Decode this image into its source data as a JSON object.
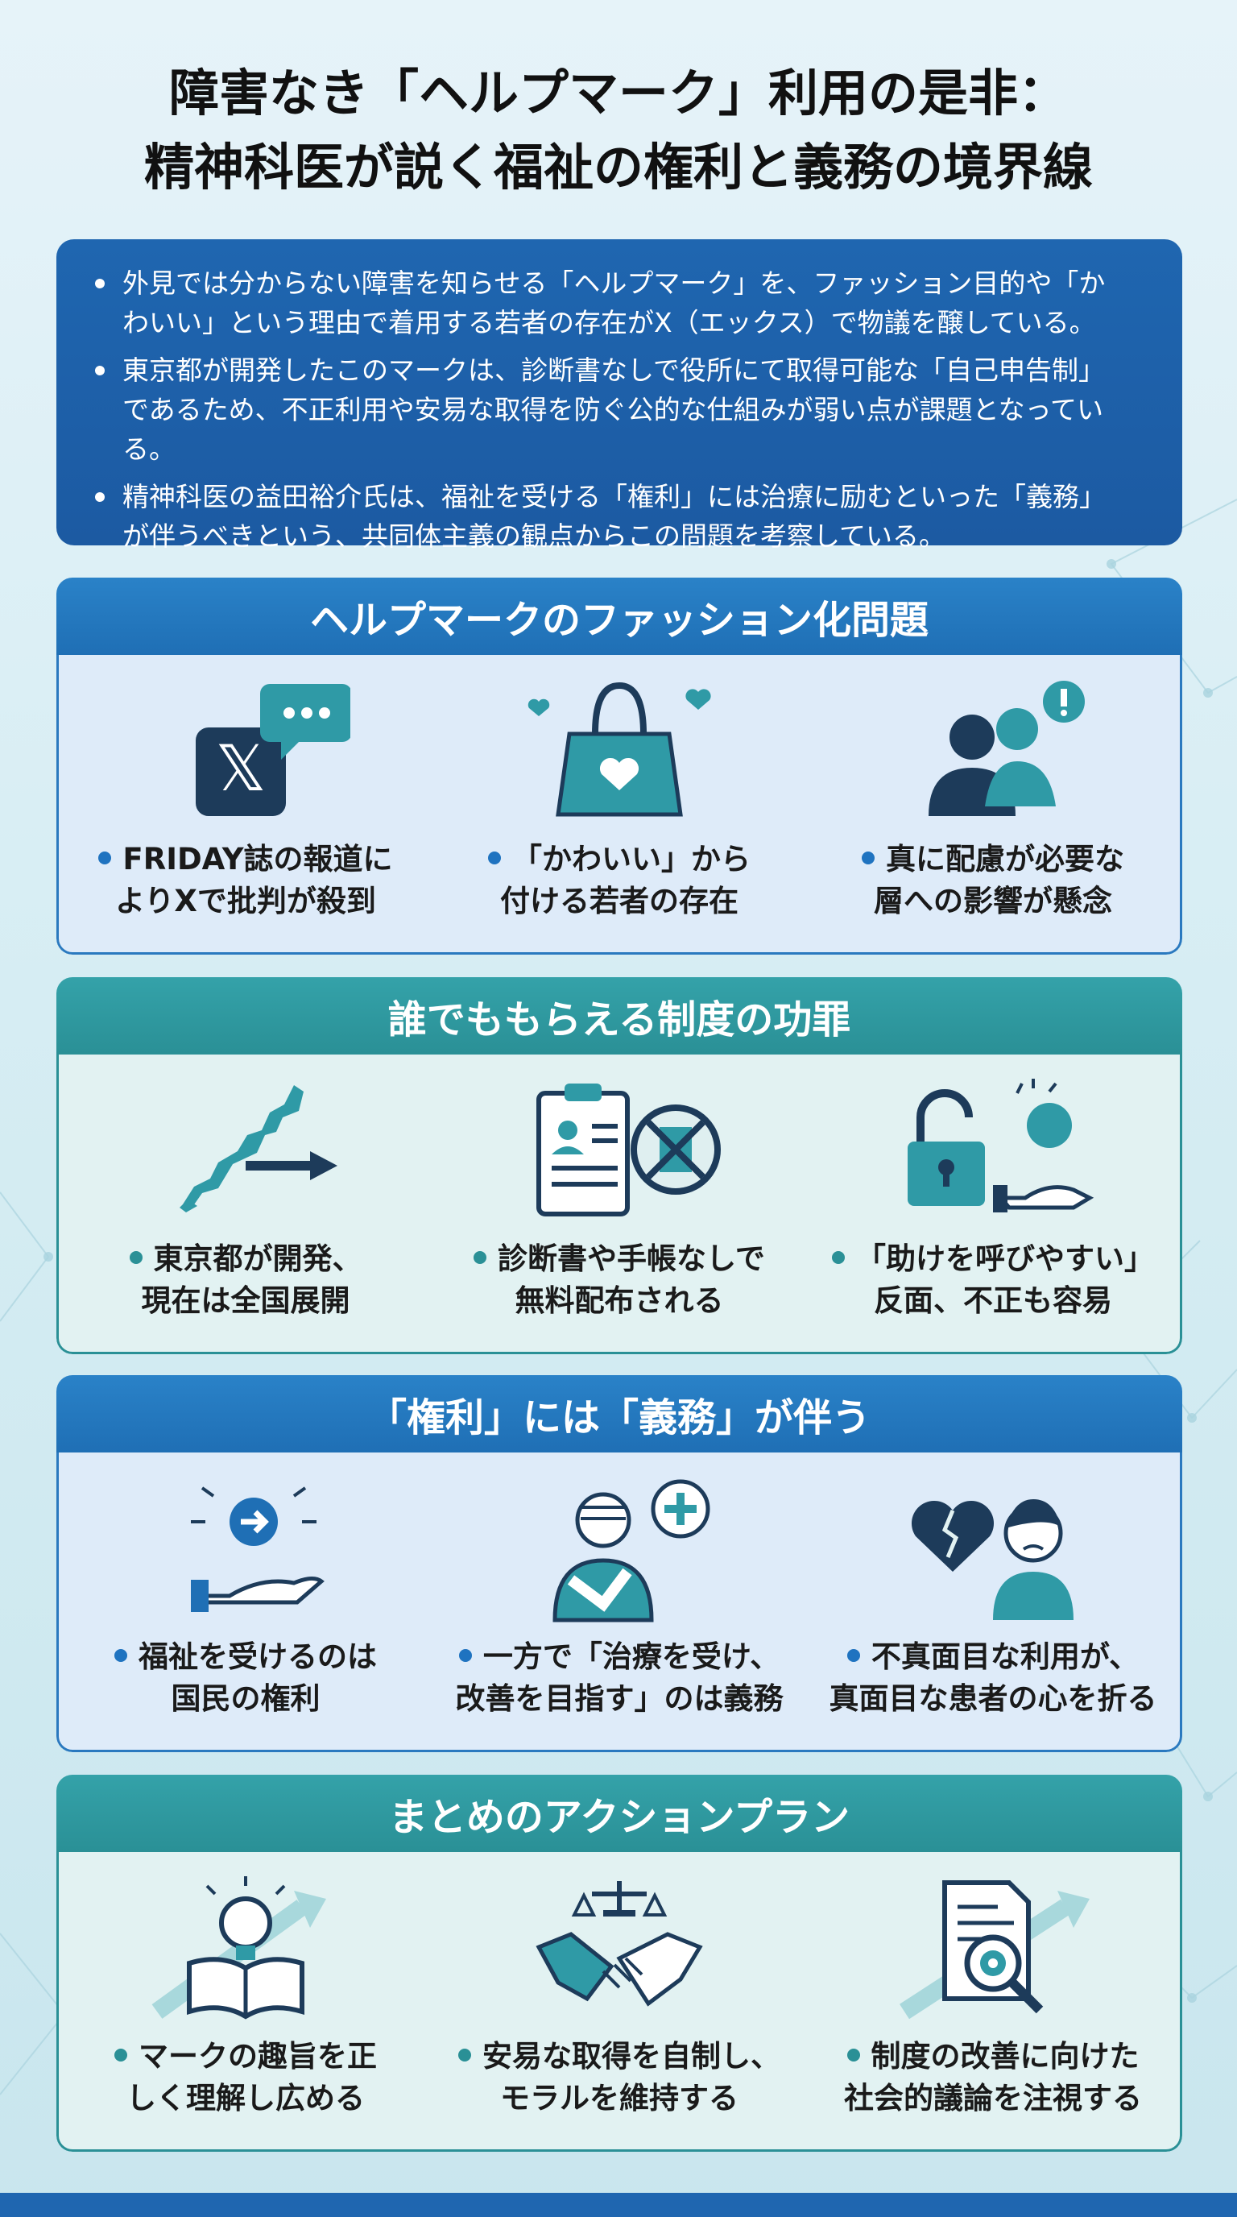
{
  "title": {
    "line1": "障害なき「ヘルプマーク」利用の是非：",
    "line2": "精神科医が説く福祉の権利と義務の境界線"
  },
  "summary": {
    "bullets": [
      [
        "外見では分からない障害を知らせる「ヘルプマーク」を、ファッション目的や「か",
        "わいい」という理由で着用する若者の存在がX（エックス）で物議を醸している。"
      ],
      [
        "東京都が開発したこのマークは、診断書なしで役所にて取得可能な「自己申告制」",
        "であるため、不正利用や安易な取得を防ぐ公的な仕組みが弱い点が課題となっている。"
      ],
      [
        "精神科医の益田裕介氏は、福祉を受ける「権利」には治療に励むといった「義務」",
        "が伴うべきという、共同体主義の観点からこの問題を考察している。"
      ]
    ]
  },
  "sections": [
    {
      "title": "ヘルプマークのファッション化問題",
      "items": [
        {
          "icon": "x-logo-chat-icon",
          "lines": [
            "FRIDAY誌の報道に",
            "よりXで批判が殺到"
          ]
        },
        {
          "icon": "handbag-heart-icon",
          "lines": [
            "「かわいい」から",
            "付ける若者の存在"
          ]
        },
        {
          "icon": "people-alert-icon",
          "lines": [
            "真に配慮が必要な",
            "層への影響が懸念"
          ]
        }
      ]
    },
    {
      "title": "誰でももらえる制度の功罪",
      "items": [
        {
          "icon": "japan-map-arrow-icon",
          "lines": [
            "東京都が開発、",
            "現在は全国展開"
          ]
        },
        {
          "icon": "clipboard-no-document-icon",
          "lines": [
            "診断書や手帳なしで",
            "無料配布される"
          ]
        },
        {
          "icon": "unlocked-padlock-hand-icon",
          "lines": [
            "「助けを呼びやすい」",
            "反面、不正も容易"
          ]
        }
      ]
    },
    {
      "title": "「権利」には「義務」が伴う",
      "items": [
        {
          "icon": "hand-arrow-icon",
          "lines": [
            "福祉を受けるのは",
            "国民の権利"
          ]
        },
        {
          "icon": "patient-medical-cross-icon",
          "lines": [
            "一方で「治療を受け、",
            "改善を目指す」のは義務"
          ]
        },
        {
          "icon": "broken-heart-sad-person-icon",
          "lines": [
            "不真面目な利用が、",
            "真面目な患者の心を折る"
          ]
        }
      ]
    },
    {
      "title": "まとめのアクションプラン",
      "items": [
        {
          "icon": "lightbulb-book-icon",
          "lines": [
            "マークの趣旨を正",
            "しく理解し広める"
          ]
        },
        {
          "icon": "handshake-scales-icon",
          "lines": [
            "安易な取得を自制し、",
            "モラルを維持する"
          ]
        },
        {
          "icon": "document-magnifier-gear-icon",
          "lines": [
            "制度の改善に向けた",
            "社会的議論を注視する"
          ]
        }
      ]
    }
  ],
  "colors": {
    "navy": "#1f66b0",
    "blue": "#2a79bf",
    "teal": "#2a9096",
    "icon_dark": "#1d3b5a",
    "icon_teal": "#2f9aa6"
  }
}
